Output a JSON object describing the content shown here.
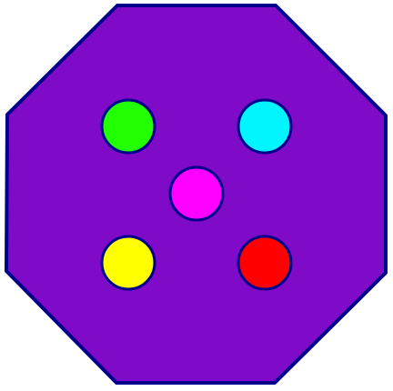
{
  "board": {
    "shape": "octagon",
    "fill_color": "#7F0AC8",
    "border_color": "#00008B"
  },
  "pegs": [
    {
      "name": "peg-green",
      "color": "#22FF00",
      "row": 0,
      "col": 0
    },
    {
      "name": "peg-cyan",
      "color": "#00F5FF",
      "row": 0,
      "col": 2
    },
    {
      "name": "peg-magenta",
      "color": "#FF00FF",
      "row": 1,
      "col": 1
    },
    {
      "name": "peg-yellow",
      "color": "#FFFF00",
      "row": 2,
      "col": 0
    },
    {
      "name": "peg-red",
      "color": "#FF0000",
      "row": 2,
      "col": 2
    }
  ],
  "peg_border_color": "#00008B"
}
